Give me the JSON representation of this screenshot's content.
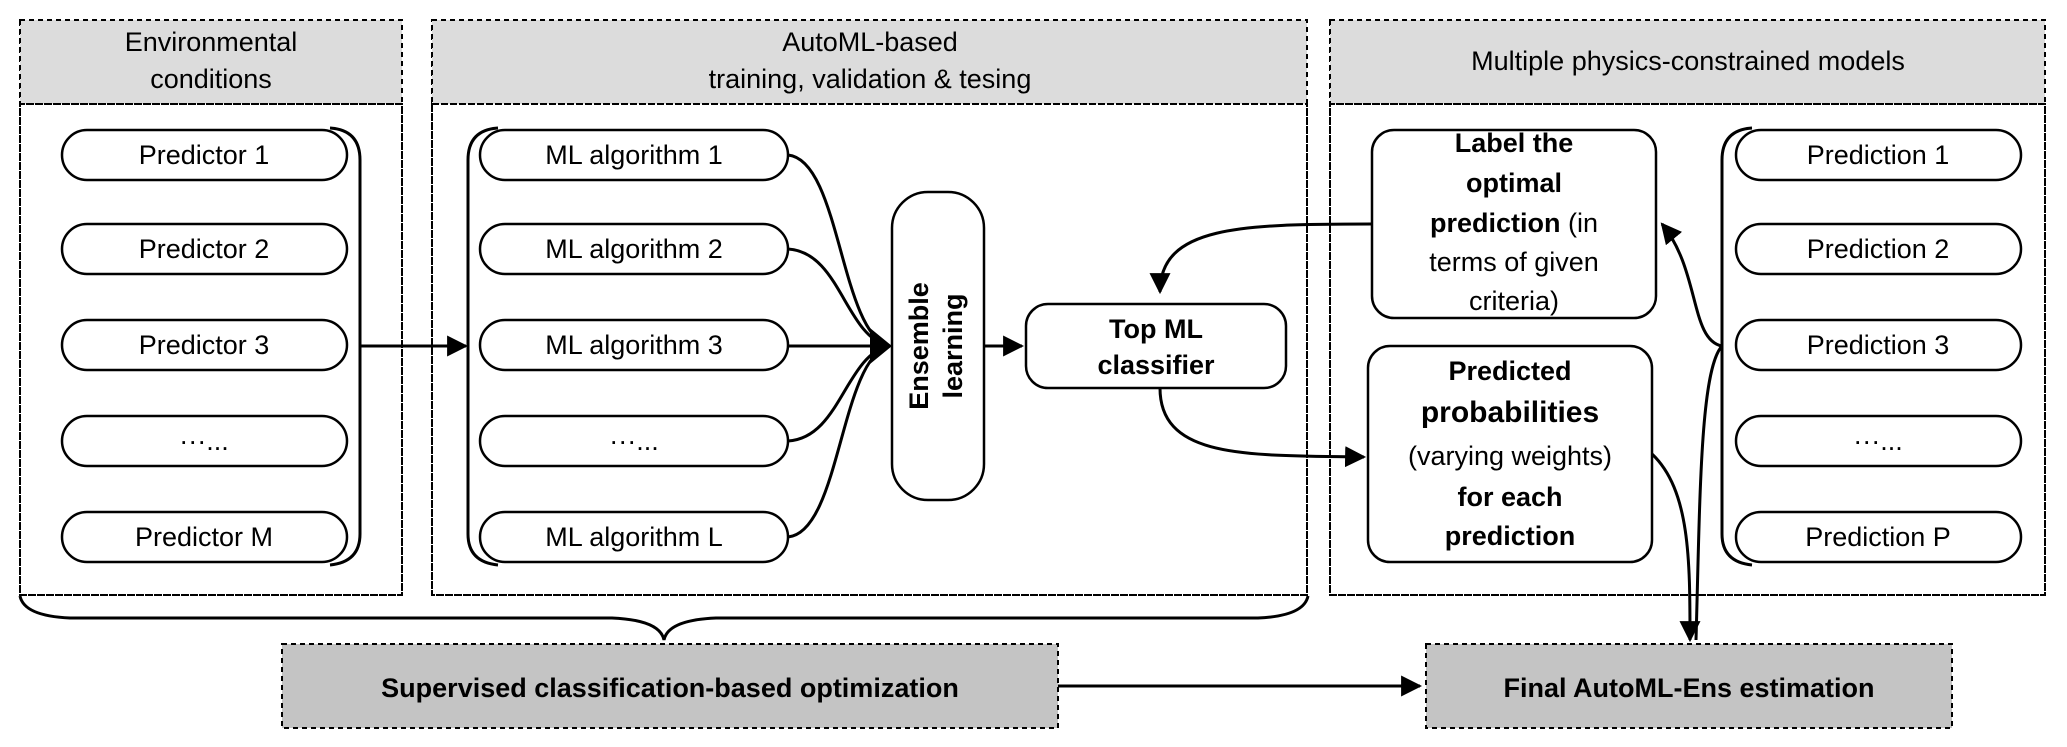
{
  "panels": {
    "environmental": {
      "header_lines": [
        "Environmental",
        "conditions"
      ]
    },
    "automl": {
      "header_lines": [
        "AutoML-based",
        "training, validation & tesing"
      ]
    },
    "physics": {
      "header_lines": [
        "Multiple physics-constrained models"
      ]
    }
  },
  "predictors": [
    "Predictor 1",
    "Predictor 2",
    "Predictor 3",
    "···...",
    "Predictor M"
  ],
  "algorithms": [
    "ML algorithm 1",
    "ML algorithm 2",
    "ML algorithm 3",
    "···...",
    "ML algorithm L"
  ],
  "ensemble": {
    "lines": [
      "Ensemble",
      "learning"
    ]
  },
  "top_classifier": {
    "lines": [
      "Top ML",
      "classifier"
    ]
  },
  "label_box": {
    "line1": "Label the",
    "line2": "optimal",
    "line3_bold": "prediction",
    "line3_rest": " (in",
    "line4": "terms of given",
    "line5": "criteria)"
  },
  "probabilities_box": {
    "line1": "Predicted",
    "line2": "probabilities",
    "line3": "(varying weights)",
    "line4": "for each",
    "line5": "prediction"
  },
  "predictions": [
    "Prediction 1",
    "Prediction 2",
    "Prediction 3",
    "···...",
    "Prediction P"
  ],
  "bottom": {
    "optimization": "Supervised classification-based optimization",
    "final": "Final AutoML-Ens estimation"
  },
  "colors": {
    "header_fill": "#dcdcdc",
    "bottom_fill": "#c4c4c4",
    "stroke": "#000000"
  }
}
